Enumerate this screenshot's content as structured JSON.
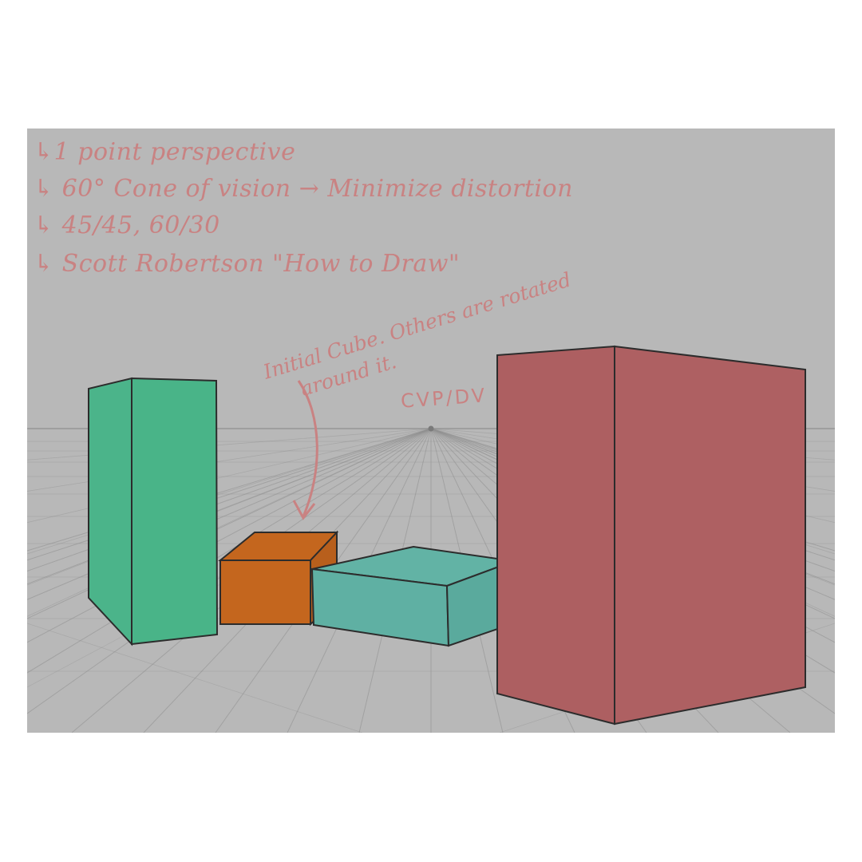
{
  "notes": {
    "line1": "↳1 point perspective",
    "line2": "↳ 60° Cone of vision → Minimize distortion",
    "line3": "↳ 45/45, 60/30",
    "line4": "↳ Scott Robertson \"How to Draw\""
  },
  "annotation": {
    "line1": "Initial Cube. Others are rotated",
    "line2": "around it."
  },
  "vanishing_point_label": "CVP/DV",
  "colors": {
    "background": "#b8b8b8",
    "handwriting": "#c98282",
    "green_box": "#4bb48a",
    "orange_box": "#c4661e",
    "teal_box": "#5fb0a3",
    "red_box": "#ae6062",
    "grid": "#8f8f8f"
  }
}
